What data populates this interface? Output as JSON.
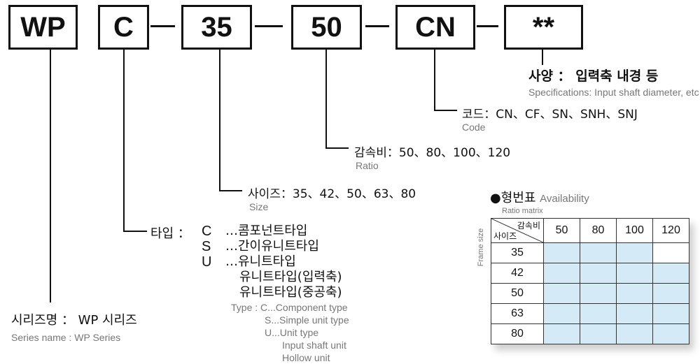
{
  "code_boxes": [
    "WP",
    "C",
    "35",
    "50",
    "CN",
    "**"
  ],
  "spec": {
    "label": "사양 ： 입력축 내경 등",
    "en": "Specifications: Input shaft diameter, etc"
  },
  "code": {
    "label": "코드：CN、CF、SN、SNH、SNJ",
    "en": "Code"
  },
  "ratio": {
    "label": "감속비：50、80、100、120",
    "en": "Ratio"
  },
  "size": {
    "label": "사이즈：35、42、50、63、80",
    "en": "Size"
  },
  "type": {
    "label": "타입 ：",
    "letters": [
      "C",
      "S",
      "U"
    ],
    "kr": [
      "…콤포넌트타입",
      "…간이유니트타입",
      "…유니트타입",
      "유니트타입(입력축)",
      "유니트타입(중공축)"
    ],
    "en": [
      "Type : C...Component type",
      "S...Simple unit type",
      "U...Unit type",
      "Input shaft unit",
      "Hollow unit"
    ]
  },
  "series": {
    "label": "시리즈명 ： WP 시리즈",
    "en": "Series name : WP Series"
  },
  "availability": {
    "title": "●형번표",
    "title_en": "Availability",
    "ratio_matrix": "Ratio matrix",
    "frame_size": "Frame size",
    "corner_top": "감속비",
    "corner_bottom": "사이즈",
    "ratios": [
      "50",
      "80",
      "100",
      "120"
    ],
    "sizes": [
      "35",
      "42",
      "50",
      "63",
      "80"
    ],
    "available": [
      [
        true,
        true,
        true,
        false
      ],
      [
        true,
        true,
        true,
        true
      ],
      [
        true,
        true,
        true,
        true
      ],
      [
        true,
        true,
        true,
        true
      ],
      [
        true,
        true,
        true,
        true
      ]
    ],
    "fill_color": "#d4eaf7"
  }
}
